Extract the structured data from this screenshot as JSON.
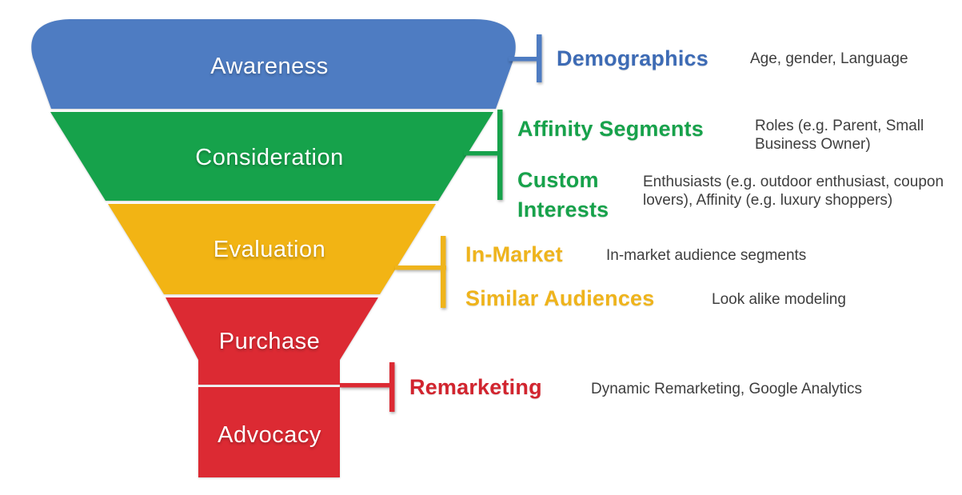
{
  "title": "Marketing funnel audience targeting diagram",
  "funnel": {
    "stages": [
      {
        "label": "Awareness",
        "color": "#4e7cc2"
      },
      {
        "label": "Consideration",
        "color": "#16a24b"
      },
      {
        "label": "Evaluation",
        "color": "#f2b414"
      },
      {
        "label": "Purchase",
        "color": "#dc2a33"
      },
      {
        "label": "Advocacy",
        "color": "#dc2a33"
      }
    ]
  },
  "annotations": [
    {
      "id": "demographics",
      "heading": "Demographics",
      "description": "Age, gender, Language",
      "color": "#3d6bb5",
      "connector_color": "#4e7cc2"
    },
    {
      "id": "affinity-segments",
      "heading": "Affinity Segments",
      "description": "Roles (e.g. Parent, Small Business Owner)",
      "color": "#17a24b",
      "connector_color": "#17a24b"
    },
    {
      "id": "custom-interests",
      "heading": "Custom Interests",
      "description": "Enthusiasts (e.g. outdoor enthusiast, coupon lovers), Affinity (e.g. luxury shoppers)",
      "color": "#17a24b",
      "connector_color": "#17a24b"
    },
    {
      "id": "in-market",
      "heading": "In-Market",
      "description": "In-market audience segments",
      "color": "#efb41c",
      "connector_color": "#efb41c"
    },
    {
      "id": "similar-audiences",
      "heading": "Similar Audiences",
      "description": "Look alike modeling",
      "color": "#efb41c",
      "connector_color": "#efb41c"
    },
    {
      "id": "remarketing",
      "heading": "Remarketing",
      "description": "Dynamic Remarketing, Google Analytics",
      "color": "#d2252f",
      "connector_color": "#dc2a33"
    }
  ]
}
